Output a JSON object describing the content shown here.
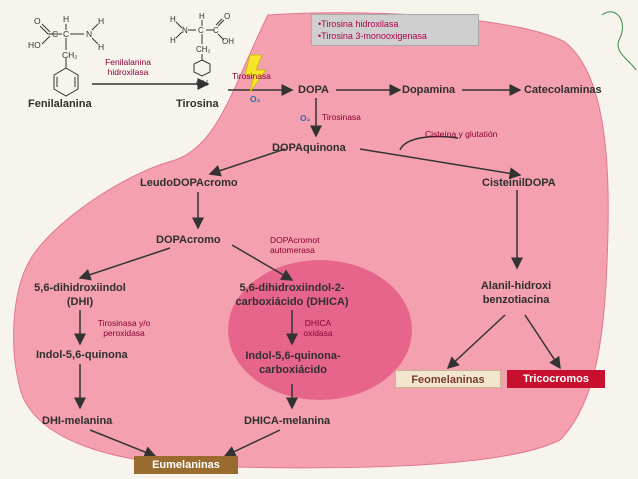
{
  "legend": [
    "•Tirosina hidroxilasa",
    "•Tirosina 3-monooxigenasa"
  ],
  "molecules": {
    "phe": {
      "atoms": [
        "O",
        "C",
        "HO",
        "H",
        "C",
        "N",
        "H",
        "H",
        "CH₂"
      ]
    },
    "tyr": {
      "atoms": [
        "H",
        "N",
        "H",
        "H",
        "C",
        "C",
        "O",
        "OH",
        "CH₂",
        "OH"
      ]
    }
  },
  "nodes": {
    "fenilalanina": "Fenilalanina",
    "tirosina": "Tirosina",
    "dopa": "DOPA",
    "dopamina": "Dopamina",
    "catecolaminas": "Catecolaminas",
    "dopaquinona": "DOPAquinona",
    "cisteinildopa": "CisteinilDOPA",
    "leucodopacromo": "LeudoDOPAcromo",
    "dopacromo": "DOPAcromo",
    "dhi": "5,6-dihidroxiindol (DHI)",
    "dhica": "5,6-dihidroxiindol-2-carboxiácido (DHICA)",
    "alanil": "Alanil-hidroxi benzotiacina",
    "indolquinona": "Indol-5,6-quinona",
    "indolquinona_carbox": "Indol-5,6-quinona-carboxiácido",
    "dhi_melanina": "DHI-melanina",
    "dhica_melanina": "DHICA-melanina",
    "feomelaninas": "Feomelaninas",
    "tricocromos": "Tricocromos",
    "eumelaninas": "Eumelaninas"
  },
  "enzymes": {
    "fenilalanina_hidroxilasa": "Fenilalanina hidroxilasa",
    "tirosinasa_1": "Tirosinasa",
    "tirosinasa_2": "Tirosinasa",
    "cisteina": "Cisteína y glutatión",
    "dopacromo_automerasa": "DOPAcromot automerasa",
    "tirosinasa_peroxidasa": "Tirosinasa y/o peroxidasa",
    "dhica_oxidasa": "DHICA oxidasa"
  },
  "o2_label": "O₂",
  "colors": {
    "pink_blob": "#f4a0ae",
    "dark_blob": "#e45b84",
    "feomelaninas_bg": "#f3e6cf",
    "feomelaninas_text": "#7a3a2a",
    "tricocromos_bg": "#c8102e",
    "eumelaninas_bg": "#9a6b2e",
    "enzyme_text": "#8b0037",
    "legend_text": "#b0004a"
  }
}
